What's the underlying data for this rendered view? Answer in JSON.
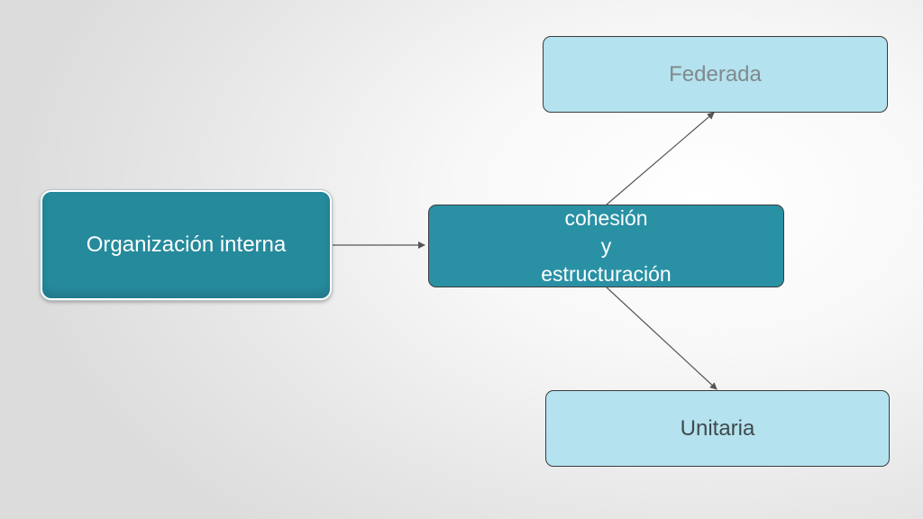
{
  "diagram": {
    "nodes": {
      "source": {
        "label": "Organización interna"
      },
      "center": {
        "lines": [
          "cohesión",
          "y",
          "estructuración"
        ]
      },
      "top": {
        "label": "Federada"
      },
      "bottom": {
        "label": "Unitaria"
      }
    },
    "edges": [
      {
        "from": "Organización interna",
        "to": "cohesión y estructuración"
      },
      {
        "from": "cohesión y estructuración",
        "to": "Federada"
      },
      {
        "from": "cohesión y estructuración",
        "to": "Unitaria"
      }
    ],
    "colors": {
      "source_fill": "#258a9c",
      "center_fill": "#2a91a5",
      "leaf_fill": "#b4e2ee",
      "connector": "#555555"
    }
  }
}
